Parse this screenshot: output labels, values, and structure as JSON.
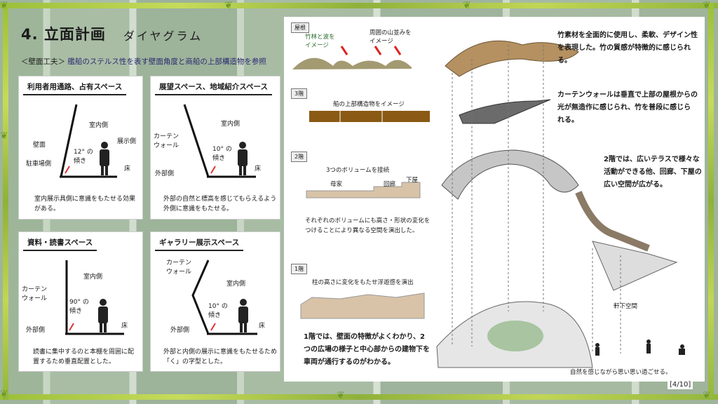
{
  "title": "4. 立面計画",
  "subtitle": "ダイヤグラム",
  "wall_heading": "＜壁面工夫＞",
  "wall_note": "艦船のステルス性を表す壁面角度と商船の上部構造物を参照",
  "panels": [
    {
      "title": "利用者用通路、占有スペース",
      "labels": [
        "室内側",
        "展示側",
        "壁面",
        "12° の 傾き",
        "駐車場側",
        "床"
      ],
      "caption": "室内展示具側に意識をもたせる効果がある。"
    },
    {
      "title": "展望スペース、地域紹介スペース",
      "labels": [
        "室内側",
        "カーテン ウォール",
        "10° の 傾き",
        "外部側",
        "床"
      ],
      "caption": "外部の自然と標高を感じてもらえるよう外側に意識をもたせる。"
    },
    {
      "title": "資料・読書スペース",
      "labels": [
        "室内側",
        "カーテン ウォール",
        "90° の 傾き",
        "外部側",
        "床"
      ],
      "caption": "読書に集中するのと本棚を周囲に配置するため垂直配置とした。"
    },
    {
      "title": "ギャラリー展示スペース",
      "labels": [
        "カーテン ウォール",
        "室内側",
        "10° の 傾き",
        "外部側",
        "床"
      ],
      "caption": "外部と内側の展示に意識をもたせるため「く」の字型とした。"
    }
  ],
  "floors": {
    "roof": {
      "tag": "屋根",
      "label1": "竹林と波を イメージ",
      "label2": "周囲の山並みを イメージ"
    },
    "f3": {
      "tag": "3階",
      "label": "船の上部構造物をイメージ"
    },
    "f2": {
      "tag": "2階",
      "label": "3つのボリュームを接続",
      "parts": [
        "母家",
        "回廊",
        "下屋"
      ],
      "desc": "それぞれのボリュームにも高さ・形状の変化をつけることにより異なる空間を演出した。"
    },
    "f1": {
      "tag": "1階",
      "label": "柱の高さに変化をもたせ浮遊感を演出",
      "desc": "1階では、壁面の特徴がよくわかり、2つの広場の様子と中心部からの建物下を車両が通行するのがわかる。"
    }
  },
  "notes": {
    "roof": "竹素材を全面的に使用し、柔軟、デザイン性を表現した。竹の質感が特徴的に感じられる。",
    "f3": "カーテンウォールは垂直で上部の屋根からの光が無造作に感じられ、竹を普段に感じられる。",
    "f2": "2階では、広いテラスで様々な活動ができる他、回廊、下屋の広い空間が広がる。",
    "below": "軒下空間",
    "bottom": "自然を感じながら思い思い過ごせる。"
  },
  "page": "[4/10]",
  "colors": {
    "bamboo": "#9bbf3a",
    "wall": "#9c8a5c",
    "roof": "#a39a72",
    "beam": "#8a5a14",
    "slab": "#d8c3a8"
  }
}
